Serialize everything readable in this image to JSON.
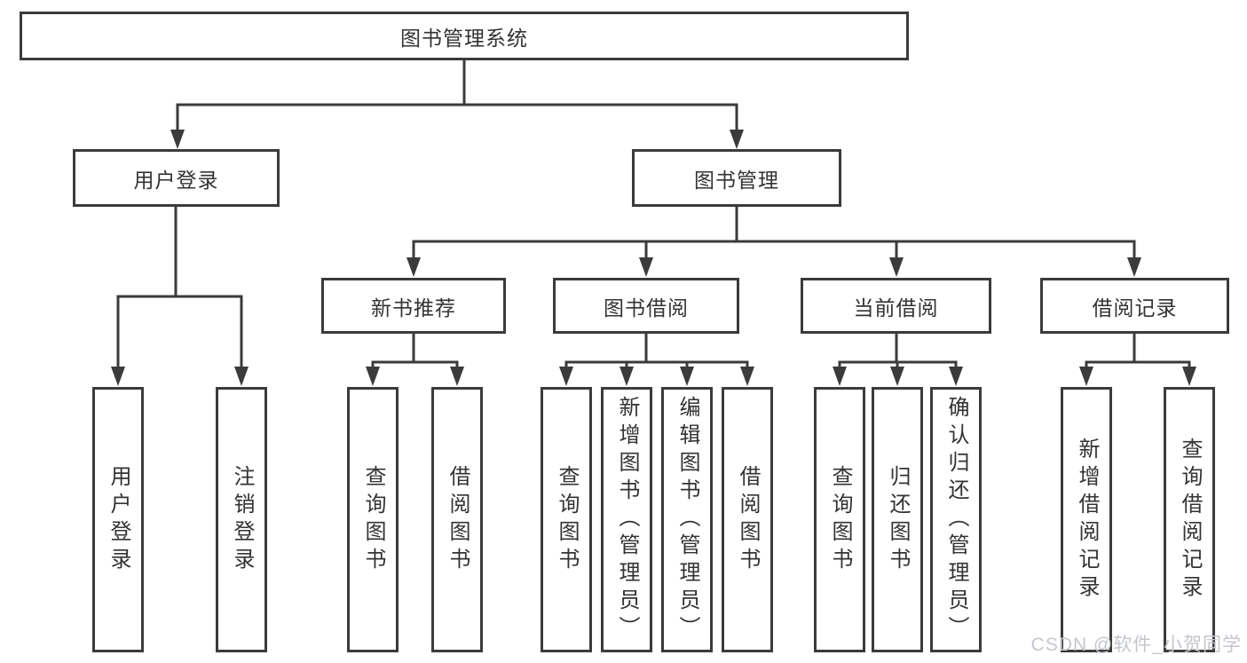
{
  "tree": {
    "root": {
      "label": "图书管理系统",
      "children": [
        {
          "label": "用户登录",
          "children": [
            {
              "label": "用户登录"
            },
            {
              "label": "注销登录"
            }
          ]
        },
        {
          "label": "图书管理",
          "children": [
            {
              "label": "新书推荐",
              "children": [
                {
                  "label": "查询图书"
                },
                {
                  "label": "借阅图书"
                }
              ]
            },
            {
              "label": "图书借阅",
              "children": [
                {
                  "label": "查询图书"
                },
                {
                  "label": "新增图书（管理员）"
                },
                {
                  "label": "编辑图书（管理员）"
                },
                {
                  "label": "借阅图书"
                }
              ]
            },
            {
              "label": "当前借阅",
              "children": [
                {
                  "label": "查询图书"
                },
                {
                  "label": "归还图书"
                },
                {
                  "label": "确认归还（管理员）"
                }
              ]
            },
            {
              "label": "借阅记录",
              "children": [
                {
                  "label": "新增借阅记录"
                },
                {
                  "label": "查询借阅记录"
                }
              ]
            }
          ]
        }
      ]
    }
  },
  "watermark": {
    "text": "CSDN @软件_小贺同学"
  },
  "colors": {
    "line": "#3b3b3b",
    "text": "#333333",
    "watermark": "#c3c6cc",
    "background": "#ffffff"
  }
}
